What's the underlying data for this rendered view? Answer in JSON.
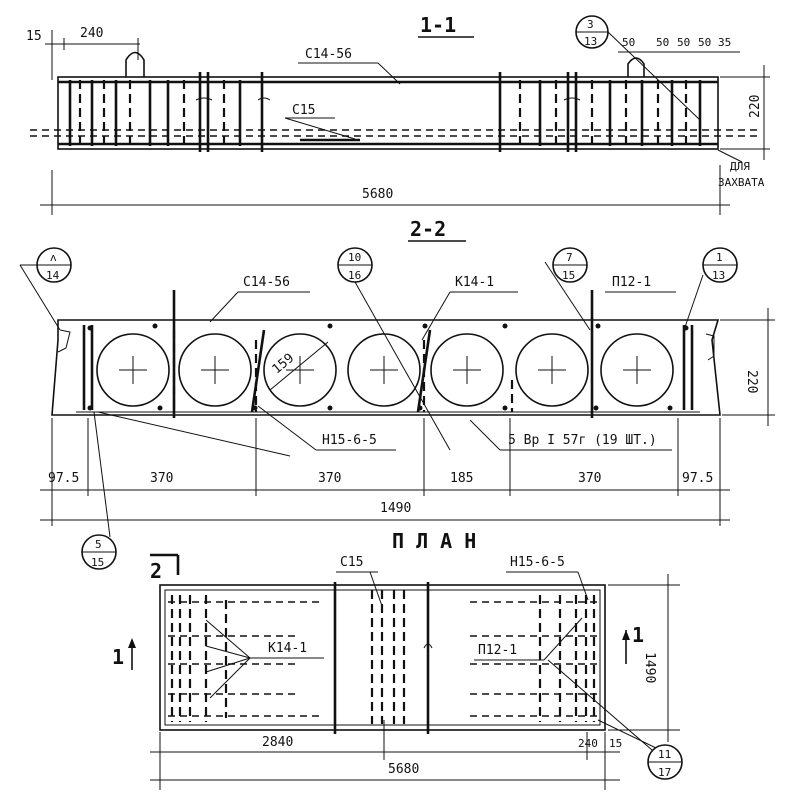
{
  "section_1": {
    "title": "1-1",
    "callout": {
      "num": "3",
      "den": "13"
    },
    "labels": {
      "mesh_top": "С14-56",
      "mesh_bottom": "С15"
    },
    "dims": {
      "left_15": "15",
      "left_240": "240",
      "right_50a": "50",
      "right_50b": "50",
      "right_50c": "50",
      "right_50d": "50",
      "right_35": "35",
      "height": "220",
      "length": "5680"
    },
    "lift_note_1": "ДЛЯ",
    "lift_note_2": "ЗАХВАТА"
  },
  "section_2": {
    "title": "2-2",
    "callouts": [
      {
        "num": "ᴧ",
        "den": "14"
      },
      {
        "num": "10",
        "den": "16"
      },
      {
        "num": "7",
        "den": "15"
      },
      {
        "num": "1",
        "den": "13"
      },
      {
        "num": "5",
        "den": "15"
      }
    ],
    "labels": {
      "mesh": "С14-56",
      "frame": "К14-1",
      "plate": "П12-1",
      "mesh_n": "Н15-6-5",
      "bars": "5 Вр I 57г (19 ШТ.)",
      "diameter": "159"
    },
    "dims": {
      "d1": "97.5",
      "d2": "370",
      "d3": "370",
      "d4": "185",
      "d5": "370",
      "d6": "97.5",
      "total": "1490",
      "height": "220"
    }
  },
  "plan": {
    "title": "П Л А Н",
    "section_mark_2": "2",
    "section_mark_1_left": "1",
    "section_mark_1_right": "1",
    "labels": {
      "mesh": "С15",
      "mesh_n": "Н15-6-5",
      "frame": "К14-1",
      "plate": "П12-1"
    },
    "callout": {
      "num": "11",
      "den": "17"
    },
    "dims": {
      "half": "2840",
      "end": "240",
      "edge": "15",
      "length": "5680",
      "width": "1490"
    }
  }
}
